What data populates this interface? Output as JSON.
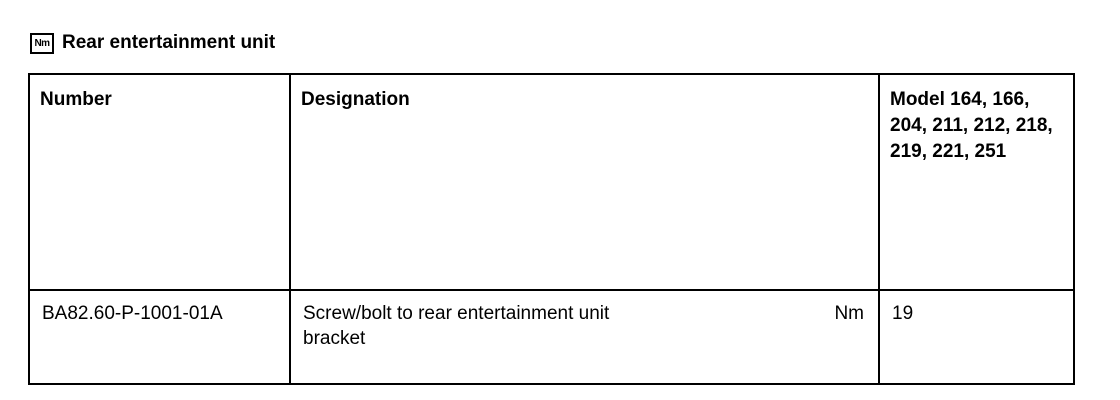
{
  "header": {
    "icon_text": "Nm",
    "title": "Rear entertainment unit"
  },
  "table": {
    "columns": [
      "Number",
      "Designation",
      "Model 164, 166, 204, 211, 212, 218, 219, 221, 251"
    ],
    "rows": [
      {
        "number": "BA82.60-P-1001-01A",
        "designation": "Screw/bolt to rear entertainment unit bracket",
        "unit": "Nm",
        "value": "19"
      }
    ]
  }
}
